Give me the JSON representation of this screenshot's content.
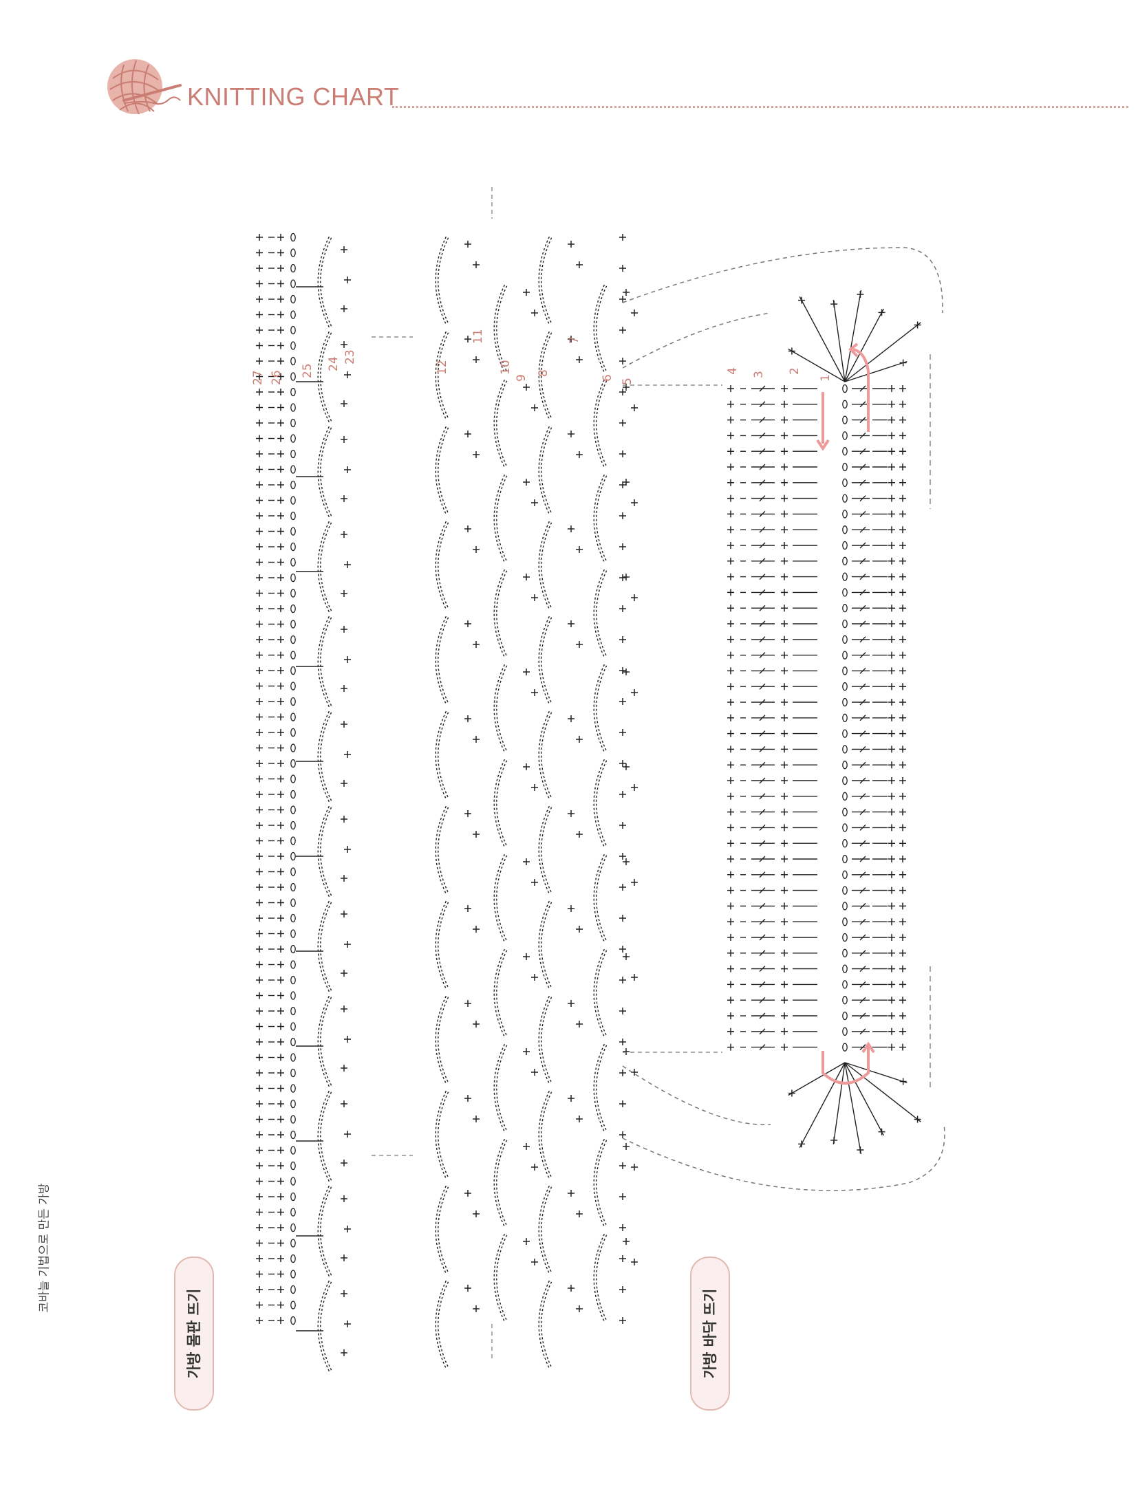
{
  "header": {
    "title": "KNITTING CHART",
    "icon": "yarn-ball-icon",
    "accent": "#c97d73"
  },
  "sidebar": {
    "book_title": "코바늘 기법으로 만든 가방"
  },
  "labels": {
    "body": "가방 몸판 뜨기",
    "bottom": "가방 바닥 뜨기"
  },
  "row_numbers": {
    "body": [
      "27",
      "26",
      "25",
      "24",
      "23",
      "12",
      "11",
      "10",
      "9",
      "8",
      "7",
      "6",
      "5"
    ],
    "bottom": [
      "4",
      "3",
      "2",
      "1"
    ]
  },
  "colors": {
    "chart_ink": "#222222",
    "guide_lines": "#777777",
    "arrows": "#ef9a9a",
    "label_fill": "#fbeeee",
    "label_border": "#e2b9b1"
  }
}
